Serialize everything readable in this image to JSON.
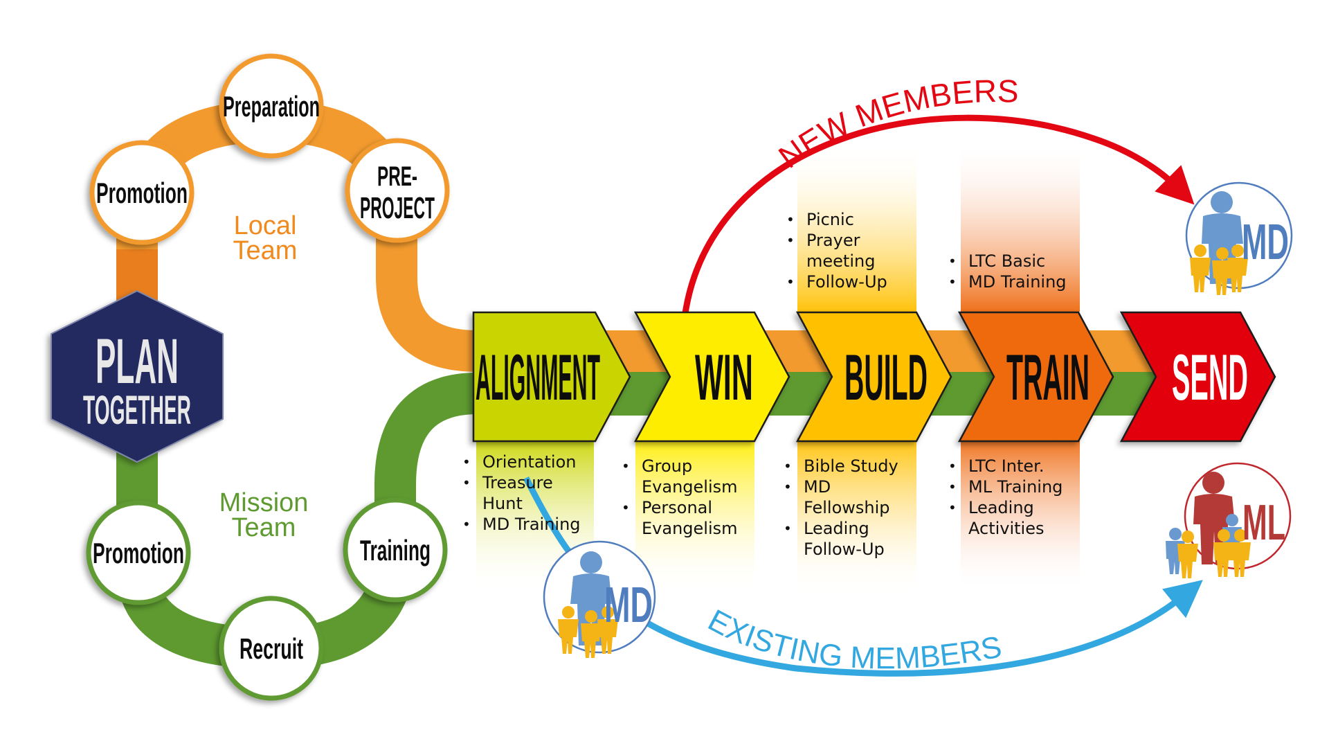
{
  "colors": {
    "local_team": "#F29A2E",
    "mission_team": "#5E9A30",
    "hexagon": "#232C61",
    "alignment": "#C9D400",
    "win": "#FFED00",
    "build": "#FFC000",
    "train": "#EE6A10",
    "send": "#E3000F",
    "new_members": "#E30613",
    "existing_members": "#33A8E0",
    "md": "#4F7DBE",
    "ml": "#B33A36"
  },
  "hub": {
    "line1": "PLAN",
    "line2": "TOGETHER"
  },
  "local_team": {
    "label_line1": "Local",
    "label_line2": "Team",
    "steps": [
      {
        "label": "Promotion"
      },
      {
        "label": "Preparation"
      },
      {
        "label_line1": "PRE-",
        "label_line2": "PROJECT"
      }
    ]
  },
  "mission_team": {
    "label_line1": "Mission",
    "label_line2": "Team",
    "steps": [
      {
        "label": "Promotion"
      },
      {
        "label": "Recruit"
      },
      {
        "label": "Training"
      }
    ]
  },
  "stages": [
    {
      "label": "ALIGNMENT",
      "top": [],
      "bottom": [
        "Orientation",
        "Treasure Hunt",
        "MD Training"
      ]
    },
    {
      "label": "WIN",
      "top": [],
      "bottom": [
        "Group Evangelism",
        "Personal Evangelism"
      ]
    },
    {
      "label": "BUILD",
      "top": [
        "Picnic",
        "Prayer meeting",
        "Follow-Up"
      ],
      "bottom": [
        "Bible Study",
        "MD Fellowship",
        "Leading Follow-Up"
      ]
    },
    {
      "label": "TRAIN",
      "top": [
        "LTC Basic",
        "MD Training"
      ],
      "bottom": [
        "LTC Inter.",
        "ML Training",
        "Leading Activities"
      ]
    },
    {
      "label": "SEND",
      "top": [],
      "bottom": []
    }
  ],
  "flows": {
    "new_members": "NEW MEMBERS",
    "existing_members": "EXISTING MEMBERS"
  },
  "badges": {
    "md_top": "MD",
    "md_bottom": "MD",
    "ml": "ML"
  }
}
